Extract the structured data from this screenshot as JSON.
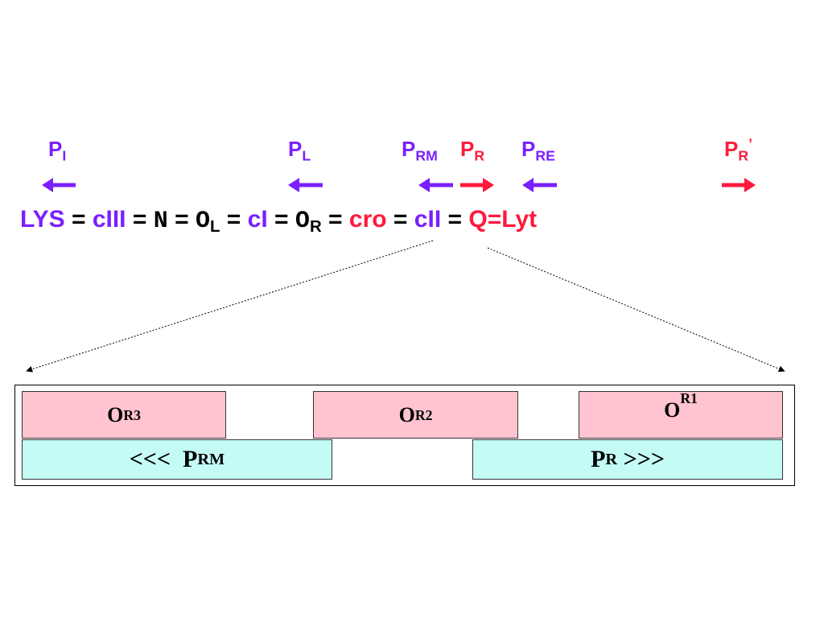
{
  "promoters": [
    {
      "p": "P",
      "sub": "I",
      "sup": "",
      "color": "purple",
      "direction": "left"
    },
    {
      "p": "P",
      "sub": "L",
      "sup": "",
      "color": "purple",
      "direction": "left"
    },
    {
      "p": "P",
      "sub": "RM",
      "sup": "",
      "color": "purple",
      "direction": "left"
    },
    {
      "p": "P",
      "sub": "R",
      "sup": "",
      "color": "red",
      "direction": "right"
    },
    {
      "p": "P",
      "sub": "RE",
      "sup": "",
      "color": "purple",
      "direction": "left"
    },
    {
      "p": "P",
      "sub": "R",
      "sup": "’",
      "color": "red",
      "direction": "right"
    }
  ],
  "gene_map": {
    "lys": "LYS",
    "ciii": "cIII",
    "n": "N",
    "o": "O",
    "ol_sub": "L",
    "ci": "cI",
    "or_sub": "R",
    "cro": "cro",
    "cii": "cII",
    "qlyt": "Q=Lyt",
    "sep": "="
  },
  "operator_boxes": [
    {
      "label": "O",
      "sub": "R",
      "sup": "3"
    },
    {
      "label": "O",
      "sub": "R",
      "sup": "2"
    },
    {
      "label": "O",
      "sub": "R",
      "sup": "1"
    }
  ],
  "promoter_bars": {
    "prm": {
      "arrows": "<<<",
      "p": "P",
      "sub": "RM"
    },
    "pr": {
      "p": "P",
      "sub": "R",
      "arrows": ">>>"
    }
  },
  "colors": {
    "purple": "#7a1fff",
    "red": "#ff1a3c",
    "pink": "#ffc4cf",
    "cyan": "#c4fbf5"
  }
}
